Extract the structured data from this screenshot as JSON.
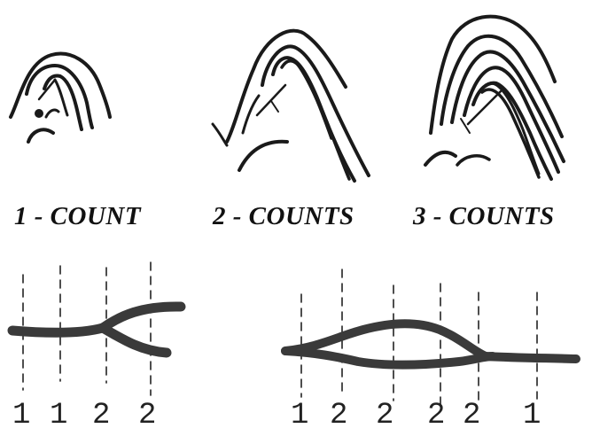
{
  "captions": {
    "one": "1 - COUNT",
    "two": "2 - COUNTS",
    "three": "3 - COUNTS"
  },
  "left_counts": [
    "1",
    "1",
    "2",
    "2"
  ],
  "right_counts": [
    "1",
    "2",
    "2",
    "2",
    "2",
    "1"
  ],
  "colors": {
    "ink": "#1a1a1a",
    "ridge": "#3a3a3a",
    "background": "#ffffff"
  }
}
